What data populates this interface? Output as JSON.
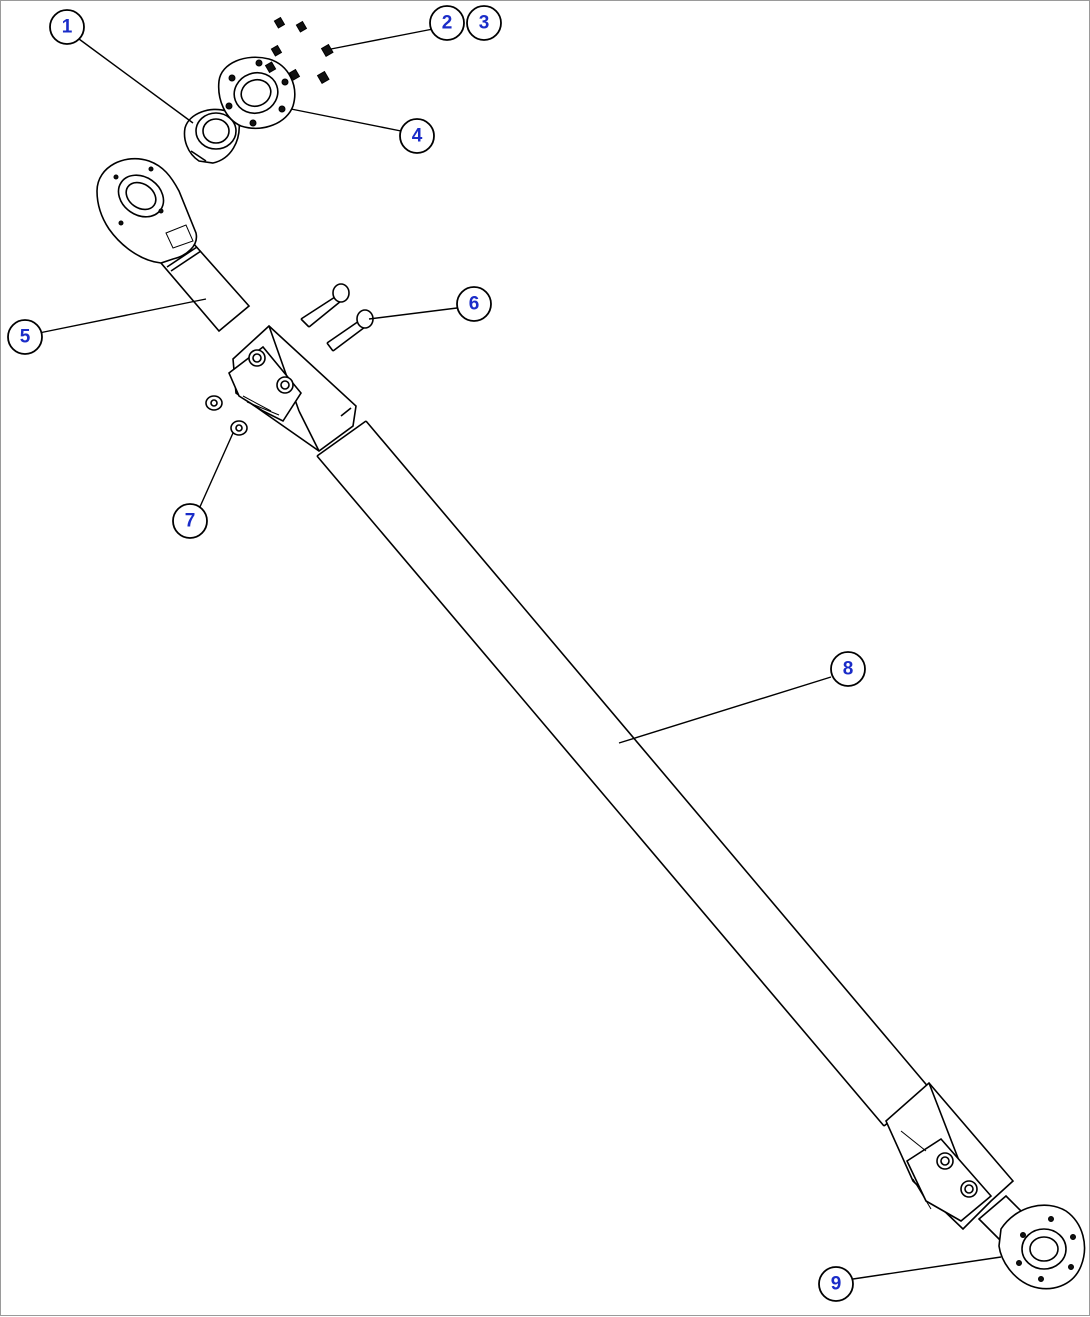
{
  "diagram": {
    "callouts": [
      {
        "id": "callout-1",
        "label": "1"
      },
      {
        "id": "callout-2",
        "label": "2"
      },
      {
        "id": "callout-3",
        "label": "3"
      },
      {
        "id": "callout-4",
        "label": "4"
      },
      {
        "id": "callout-5",
        "label": "5"
      },
      {
        "id": "callout-6",
        "label": "6"
      },
      {
        "id": "callout-7",
        "label": "7"
      },
      {
        "id": "callout-8",
        "label": "8"
      },
      {
        "id": "callout-9",
        "label": "9"
      }
    ],
    "colors": {
      "line": "#000000",
      "callout_text": "#1a2cc8",
      "background": "#ffffff",
      "frame": "#9a9a9a"
    }
  }
}
